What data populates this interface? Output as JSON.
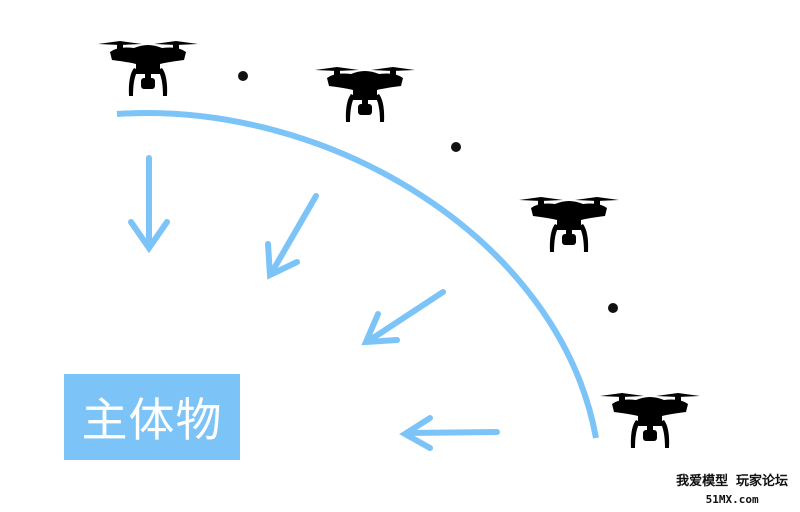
{
  "subject": {
    "label": "主体物"
  },
  "watermark": {
    "line1": "我爱模型 玩家论坛",
    "line2": "51MX.com"
  },
  "colors": {
    "accent": "#7cc4f8",
    "drone": "#000000",
    "dot": "#111111"
  },
  "drones": [
    {
      "name": "drone-1"
    },
    {
      "name": "drone-2"
    },
    {
      "name": "drone-3"
    },
    {
      "name": "drone-4"
    }
  ],
  "arrows": 4,
  "dots": 3
}
